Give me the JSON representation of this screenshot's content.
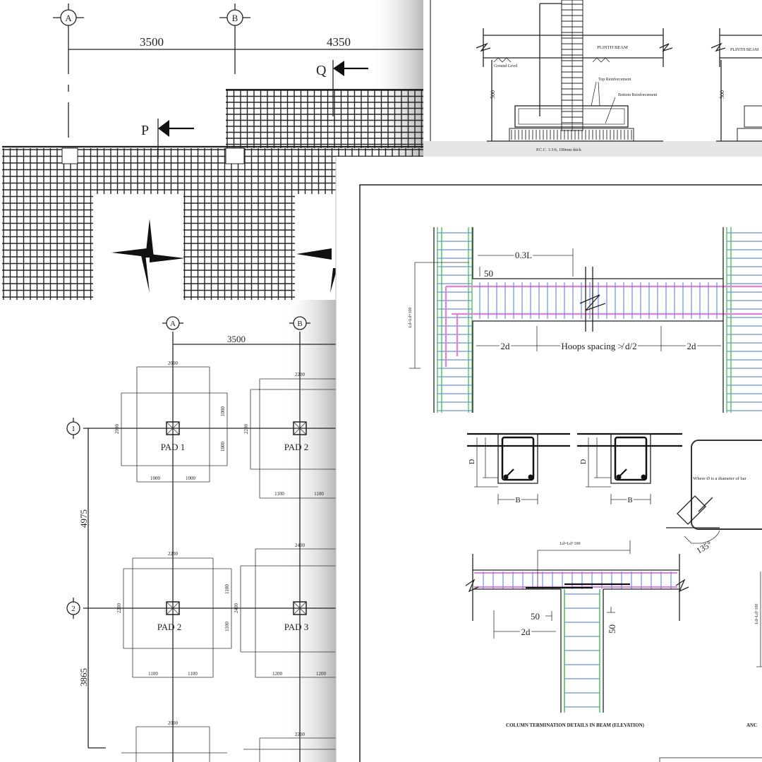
{
  "slab_plan": {
    "grid_a": "A",
    "grid_b": "B",
    "dim_ab": "3500",
    "dim_b_next": "4350",
    "section_p": "P",
    "section_q": "Q"
  },
  "footing_section": {
    "plinth_beam": "PLINTH BEAM",
    "plinth_beam_2": "PLINTH BEAM",
    "ground_level": "Ground Level",
    "top_reinforcement": "Top Reinforcement",
    "bottom_reinforcement": "Bottom Reinforcement",
    "pcc": "P.C.C. 1:3:6, 100mm thick",
    "depth": "500",
    "depth_2": "500"
  },
  "pad_plan": {
    "grid_a": "A",
    "grid_b": "B",
    "grid_1": "1",
    "grid_2": "2",
    "dim_ab": "3500",
    "dim_12": "4975",
    "dim_2_next": "3865",
    "pads": [
      {
        "label": "PAD 1",
        "top": "2000",
        "left": "2000",
        "right_a": "1000",
        "right_b": "1000",
        "bottom_a": "1000",
        "bottom_b": "1000"
      },
      {
        "label": "PAD 2",
        "top": "2200",
        "left": "2200",
        "bottom_a": "1100",
        "bottom_b": "1100"
      },
      {
        "label": "PAD 2",
        "top": "2200",
        "left": "2200",
        "right_a": "1100",
        "right_b": "1100",
        "bottom_a": "1100",
        "bottom_b": "1100"
      },
      {
        "label": "PAD 3",
        "top": "2400",
        "left": "2400",
        "bottom_a": "1200",
        "bottom_b": "1200"
      }
    ],
    "lower_top_1": "2000",
    "lower_top_2": "2200"
  },
  "beam_detail": {
    "dim_03l": "0.3L",
    "dim_50": "50",
    "dim_ld": "Ld=Ld+100",
    "dim_2d_left": "2d",
    "hoops": "Hoops spacing ≯ d/2",
    "dim_2d_right": "2d",
    "sec_d1": "D",
    "sec_b1": "B",
    "sec_d2": "D",
    "sec_b2": "B",
    "note": "Where Ø is a diameter of bar",
    "angle": "135°",
    "term_ld": "Ld=Ld+100",
    "term_50a": "50",
    "term_50b": "50",
    "term_2d": "2d",
    "right_ld": "Ld=Ld+100",
    "caption": "COLUMN TERMINATION DETAILS IN BEAM (ELEVATION)",
    "caption_2": "ANC"
  },
  "colors": {
    "column_bar": "#5fcf6a",
    "stirrup": "#6a8fe8",
    "main_bar": "#d78ad8"
  }
}
